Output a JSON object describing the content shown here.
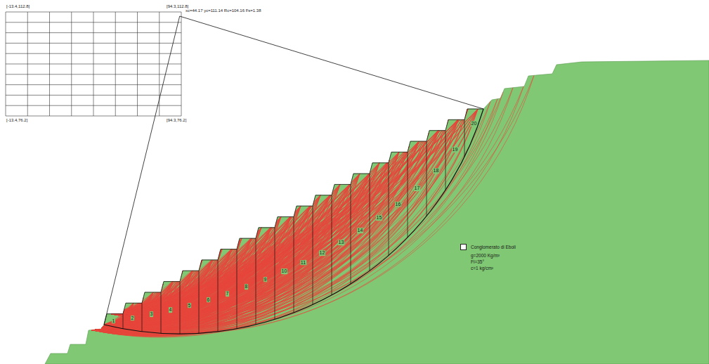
{
  "diagram": {
    "labels": [
      "[-13.4,112.8]",
      "[94.3,112.8]",
      "[-13.4,76.2]",
      "[94.3,76.2]",
      "xc=44.17 yc=111.14 Rc=104.16 Fs=1.38",
      "1",
      "2",
      "3",
      "4",
      "5",
      "6",
      "7",
      "8",
      "9",
      "10",
      "11",
      "12",
      "13",
      "14",
      "15",
      "16",
      "17",
      "18",
      "19",
      "20",
      "g=2000 Kg/m³",
      "Fi=35°",
      "c=1 kg/cm²"
    ],
    "legend": [
      {
        "text": "Conglomerato di Eboli",
        "color": "#ffffff"
      }
    ]
  }
}
